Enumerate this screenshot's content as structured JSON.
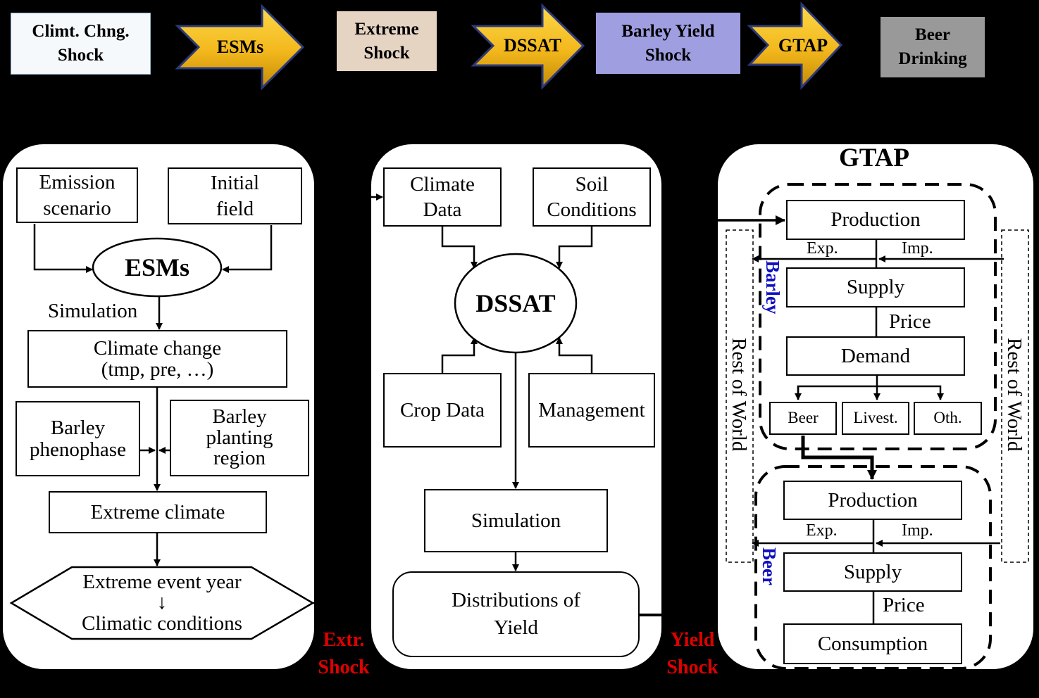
{
  "top_flow": {
    "climate_shock": [
      "Climt. Chng.",
      "Shock"
    ],
    "esms": "ESMs",
    "extreme_shock": [
      "Extreme",
      "Shock"
    ],
    "dssat": "DSSAT",
    "barley_yield_shock": [
      "Barley Yield",
      "Shock"
    ],
    "gtap": "GTAP",
    "beer_drinking": [
      "Beer",
      "Drinking"
    ]
  },
  "colors": {
    "climate_box": "#f5f9fb",
    "extreme_box": "#e6d4c3",
    "barley_box": "#9f9ee0",
    "beer_box": "#999999",
    "arrow_light": "#f8cc2c",
    "arrow_dark": "#c48a06",
    "arrow_border": "#2c3a78",
    "shock_label": "#e00000",
    "vertical_label": "#1010c0"
  },
  "esm_panel": {
    "emission_scenario": [
      "Emission",
      "scenario"
    ],
    "initial_field": [
      "Initial",
      "field"
    ],
    "esms_node": "ESMs",
    "simulation": "Simulation",
    "climate_change": [
      "Climate change",
      "(tmp, pre, …)"
    ],
    "barley_phenophase": [
      "Barley",
      "phenophase"
    ],
    "barley_planting_region": [
      "Barley",
      "planting",
      "region"
    ],
    "extreme_climate": "Extreme climate",
    "extreme_event": [
      "Extreme event year",
      "↓",
      "Climatic conditions"
    ]
  },
  "dssat_panel": {
    "climate_data": [
      "Climate",
      "Data"
    ],
    "soil_conditions": [
      "Soil",
      "Conditions"
    ],
    "dssat_node": "DSSAT",
    "crop_data": "Crop Data",
    "management": "Management",
    "simulation": "Simulation",
    "distributions": [
      "Distributions of",
      "Yield"
    ]
  },
  "gtap_panel": {
    "title": "GTAP",
    "barley_label": "Barley",
    "beer_label": "Beer",
    "rest_of_world": "Rest of World",
    "barley_production": "Production",
    "barley_exp": "Exp.",
    "barley_imp": "Imp.",
    "barley_supply": "Supply",
    "barley_price": "Price",
    "barley_demand": "Demand",
    "use_beer": "Beer",
    "use_livest": "Livest.",
    "use_oth": "Oth.",
    "beer_production": "Production",
    "beer_exp": "Exp.",
    "beer_imp": "Imp.",
    "beer_supply": "Supply",
    "beer_price": "Price",
    "beer_consumption": "Consumption"
  },
  "shock_labels": {
    "extr": [
      "Extr.",
      "Shock"
    ],
    "yield": [
      "Yield",
      "Shock"
    ]
  }
}
